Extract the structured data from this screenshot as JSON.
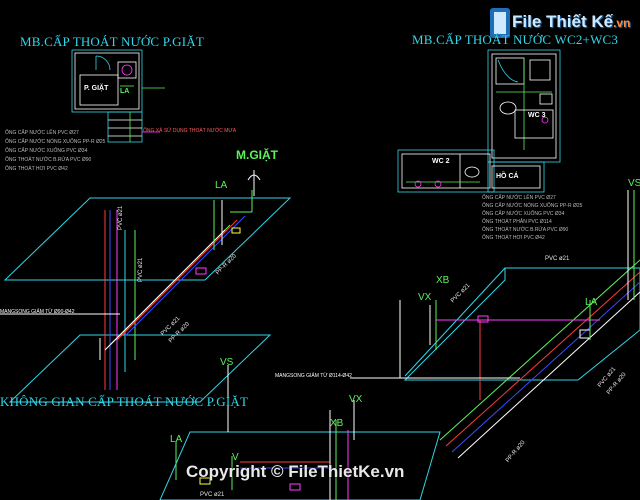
{
  "titles": {
    "mb_giat": "MB.CẤP THOÁT NƯỚC P.GIẶT",
    "mb_wc": "MB.CẤP THOÁT NƯỚC WC2+WC3",
    "khong_gian": "KHÔNG GIAN CẤP THOÁT NƯỚC P.GIẶT"
  },
  "legend_left": [
    "ỐNG CẤP NƯỚC LÊN PVC Ø27",
    "ỐNG CẤP NƯỚC NÓNG XUỐNG PP-R Ø25",
    "ỐNG CẤP NƯỚC XUỐNG PVC Ø34",
    "ỐNG THOÁT NƯỚC B.RỬA PVC Ø90",
    "ỐNG THOÁT HƠI PVC Ø42"
  ],
  "legend_right": [
    "ỐNG CẤP NƯỚC LÊN PVC Ø27",
    "ỐNG CẤP NƯỚC NÓNG XUỐNG PP-R Ø25",
    "ỐNG CẤP NƯỚC XUỐNG PVC Ø34",
    "ỐNG THOÁT PHÂN PVC Ø114",
    "ỐNG THOÁT NƯỚC B.RỬA PVC Ø90",
    "ỐNG THOÁT HƠI PVC Ø42"
  ],
  "rooms": {
    "p_giat": "P. GIẶT",
    "wc3": "WC 3",
    "wc2": "WC 2",
    "hoca": "HỒ CÁ",
    "la_plan": "LA"
  },
  "tags": {
    "m_giat": "M.GIẶT",
    "la_top": "LA",
    "la_right": "LA",
    "la_bottom": "LA",
    "vs_left": "VS",
    "vs_right": "VS",
    "vx_right": "VX",
    "xb_right": "XB",
    "vx_bottom": "VX",
    "xb_bottom": "XB",
    "v_bottom": "V"
  },
  "pipe_labels": {
    "pvc21_top": "PVC ø21",
    "pvc21_a": "PVC ø21",
    "pvc21_b": "PVC ø21",
    "ppr20_a": "PP-R ø20",
    "pvc21_c": "PVC ø21",
    "ppr20_b": "PP-R ø20",
    "pvc21_right": "PVC ø21",
    "pvc21_right2": "PVC ø21",
    "ppr20_right": "PP-R ø20",
    "pvc21_bottom": "PVC ø21",
    "ppr20_bottom": "PP-R ø20"
  },
  "notes": {
    "mangsong_left": "MANGSONG GIẢM TỪ Ø90-Ø42",
    "mangsong_right": "MANGSONG GIẢM TỪ Ø114-Ø42",
    "plan_note": "ỐNG XẢ SỬ DỤNG THOÁT NƯỚC MƯA"
  },
  "watermark": "Copyright © FileThietKe.vn",
  "logo": "File Thiết Kế",
  "logo_suffix": ".vn",
  "colors": {
    "cyan": "#31d6e8",
    "green": "#5cf25c",
    "red": "#ff3b3b",
    "magenta": "#ff3bff",
    "blue": "#3b4bff",
    "yellow": "#ffff3b",
    "white": "#ffffff"
  }
}
